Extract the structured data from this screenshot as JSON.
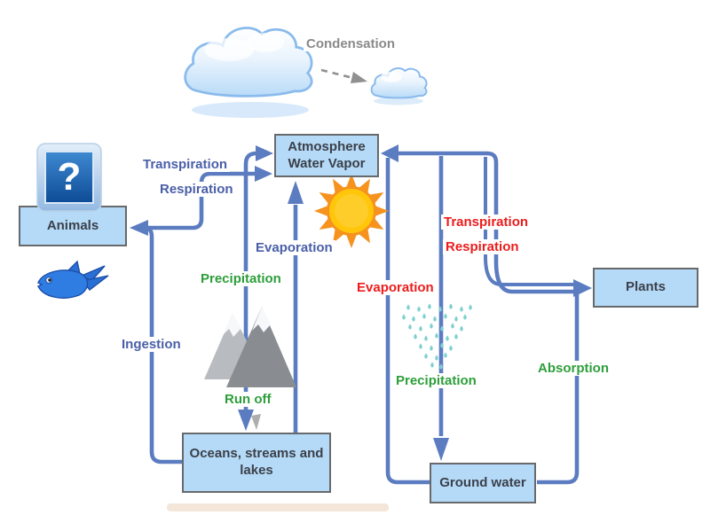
{
  "nodes": {
    "atmosphere": {
      "label": "Atmosphere Water Vapor"
    },
    "animals": {
      "label": "Animals"
    },
    "plants": {
      "label": "Plants"
    },
    "oceans": {
      "label": "Oceans, streams and lakes"
    },
    "groundwater": {
      "label": "Ground water"
    }
  },
  "labels": {
    "condensation": {
      "text": "Condensation",
      "color": "#8a8a8a"
    },
    "transpiration_left": {
      "text": "Transpiration",
      "color": "#4a5fa8"
    },
    "respiration_left": {
      "text": "Respiration",
      "color": "#4a5fa8"
    },
    "evaporation_left": {
      "text": "Evaporation",
      "color": "#4a5fa8"
    },
    "precipitation_left": {
      "text": "Precipitation",
      "color": "#2d9e3a"
    },
    "ingestion": {
      "text": "Ingestion",
      "color": "#4a5fa8"
    },
    "run_off": {
      "text": "Run off",
      "color": "#2d9e3a"
    },
    "transpiration_right": {
      "text": "Transpiration",
      "color": "#ed1c1c"
    },
    "respiration_right": {
      "text": "Respiration",
      "color": "#ed1c1c"
    },
    "evaporation_right": {
      "text": "Evaporation",
      "color": "#ed1c1c"
    },
    "precipitation_right": {
      "text": "Precipitation",
      "color": "#2d9e3a"
    },
    "absorption": {
      "text": "Absorption",
      "color": "#2d9e3a"
    }
  },
  "icons": {
    "list": [
      "cloud-large-icon",
      "cloud-small-icon",
      "dashed-arrow-icon",
      "sun-icon",
      "question-mark-icon",
      "fish-icon",
      "mountains-icon",
      "rain-shower-icon"
    ],
    "question_glyph": "?"
  },
  "edges": [
    {
      "label": "Condensation",
      "from": "large cloud",
      "to": "small cloud",
      "style": "dashed gray"
    },
    {
      "label": "Transpiration",
      "from": "surface",
      "to": "Atmosphere Water Vapor",
      "style": "blue"
    },
    {
      "label": "Respiration",
      "from": "Animals",
      "to": "Atmosphere Water Vapor",
      "style": "blue"
    },
    {
      "label": "Evaporation",
      "from": "Oceans, streams and lakes",
      "to": "Atmosphere Water Vapor",
      "style": "blue"
    },
    {
      "label": "Precipitation",
      "from": "Atmosphere Water Vapor",
      "to": "Oceans, streams and lakes",
      "style": "green"
    },
    {
      "label": "Run off",
      "from": "mountains",
      "to": "Oceans, streams and lakes",
      "style": "green"
    },
    {
      "label": "Ingestion",
      "from": "Oceans, streams and lakes",
      "to": "Animals",
      "style": "blue"
    },
    {
      "label": "Transpiration / Respiration",
      "from": "Plants",
      "to": "Atmosphere Water Vapor",
      "style": "red"
    },
    {
      "label": "Evaporation",
      "from": "Ground water",
      "to": "Atmosphere Water Vapor",
      "style": "red"
    },
    {
      "label": "Precipitation",
      "from": "Atmosphere Water Vapor",
      "to": "Ground water",
      "style": "green"
    },
    {
      "label": "Absorption",
      "from": "Ground water",
      "to": "Plants",
      "style": "green"
    }
  ],
  "colors": {
    "line": "#5b7cc0",
    "node_fill": "#b5daf8",
    "node_border": "#68696b",
    "node_text": "#3b4049",
    "label_blue": "#4a5fa8",
    "label_green": "#2d9e3a",
    "label_red": "#ed1c1c",
    "label_gray": "#8a8a8a",
    "sun_ray": "#f6921e",
    "sun_core": "#ffc60a",
    "cloud_stroke": "#8abbec",
    "rain": "#7fd0cf",
    "fish": "#2f7ce2",
    "mountain_light": "#b8bcc0",
    "mountain_dark": "#898d92"
  }
}
